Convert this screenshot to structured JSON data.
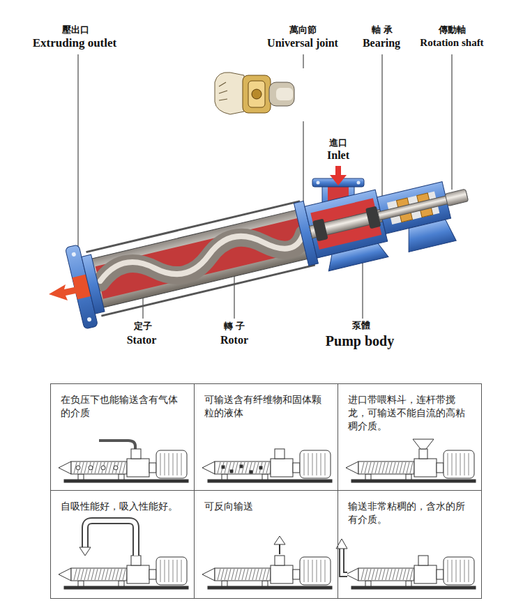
{
  "diagram": {
    "nodes": [
      {
        "text": [
          "在负压下也能输送含有气体的介质"
        ]
      },
      {
        "text": [
          "可输送含有纤维物和固体颗粒的液体"
        ]
      },
      {
        "text": [
          "进口带喂料斗，连杆带搅龙，可输送不能自流的高粘稠介质。"
        ]
      },
      {
        "text": [
          "自吸性能好，吸入性能好。"
        ]
      },
      {
        "text": [
          "可反向输送"
        ]
      },
      {
        "text": [
          "输送非常粘稠的，含水的所有介质。"
        ]
      }
    ],
    "labels": [
      "壓出口",
      "Extruding outlet",
      "萬向節",
      "Universal joint",
      "軸 承",
      "Bearing",
      "傳動軸",
      "Rotation shaft",
      "進口",
      "Inlet",
      "定子",
      "Stator",
      "轉 子",
      "Rotor",
      "泵體",
      "Pump body"
    ]
  }
}
